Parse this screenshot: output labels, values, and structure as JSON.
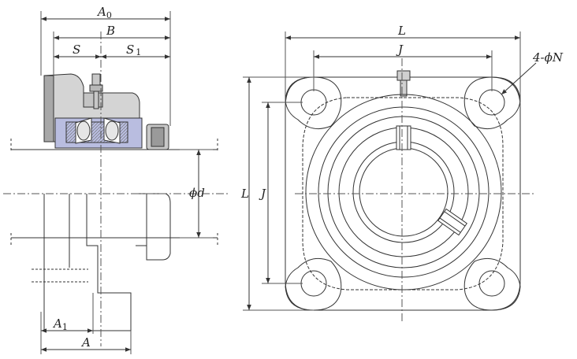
{
  "labels": {
    "a0": "A",
    "a0_sub": "0",
    "b": "B",
    "s": "S",
    "s1": "S",
    "s1_sub": "1",
    "phi_d": "ϕd",
    "a1": "A",
    "a1_sub": "1",
    "a": "A",
    "l_top": "L",
    "j_top": "J",
    "l_side": "L",
    "j_side": "J",
    "holes": "4-ϕN"
  },
  "colors": {
    "line": "#333333",
    "housing_fill": "#d4d4d4",
    "housing_dark": "#a8a8a8",
    "bearing_fill": "#b9bde0",
    "dim_line": "#555555"
  }
}
